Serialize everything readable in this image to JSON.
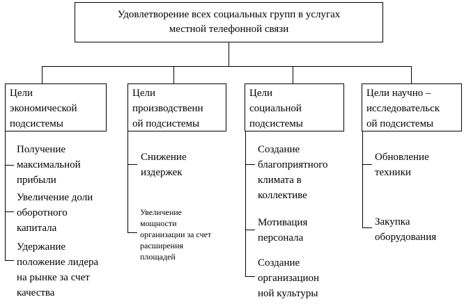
{
  "root": {
    "lines": [
      "Удовлетворение всех социальных групп в услугах",
      "местной телефонной связи"
    ]
  },
  "goals": [
    {
      "lines": [
        "Цели",
        "экономической",
        "подсистемы"
      ],
      "items": [
        {
          "lines": [
            "Получение",
            "максимальной",
            "прибыли"
          ]
        },
        {
          "lines": [
            "Увеличение доли",
            "оборотного",
            "капитала"
          ]
        },
        {
          "lines": [
            "Удержание",
            "положение лидера",
            "на рынке за счет",
            "качества"
          ]
        }
      ]
    },
    {
      "lines": [
        "Цели",
        "производственн",
        "ой подсистемы"
      ],
      "items": [
        {
          "lines": [
            "Снижение",
            "издержек"
          ]
        },
        {
          "lines": [
            "Увеличение",
            "мощности",
            "организации за счет",
            "расширения",
            "площадей"
          ]
        }
      ]
    },
    {
      "lines": [
        "Цели",
        "социальной",
        "подсистемы"
      ],
      "items": [
        {
          "lines": [
            "Создание",
            "благоприятного",
            "климата в",
            "коллективе"
          ]
        },
        {
          "lines": [
            "Мотивация",
            "персонала"
          ]
        },
        {
          "lines": [
            "Создание",
            "организацион",
            "ной культуры"
          ]
        }
      ]
    },
    {
      "lines": [
        "Цели научно –",
        "исследовательск",
        "ой подсистемы"
      ],
      "items": [
        {
          "lines": [
            "Обновление",
            "техники"
          ]
        },
        {
          "lines": [
            "Закупка",
            "оборудования"
          ]
        }
      ]
    }
  ]
}
